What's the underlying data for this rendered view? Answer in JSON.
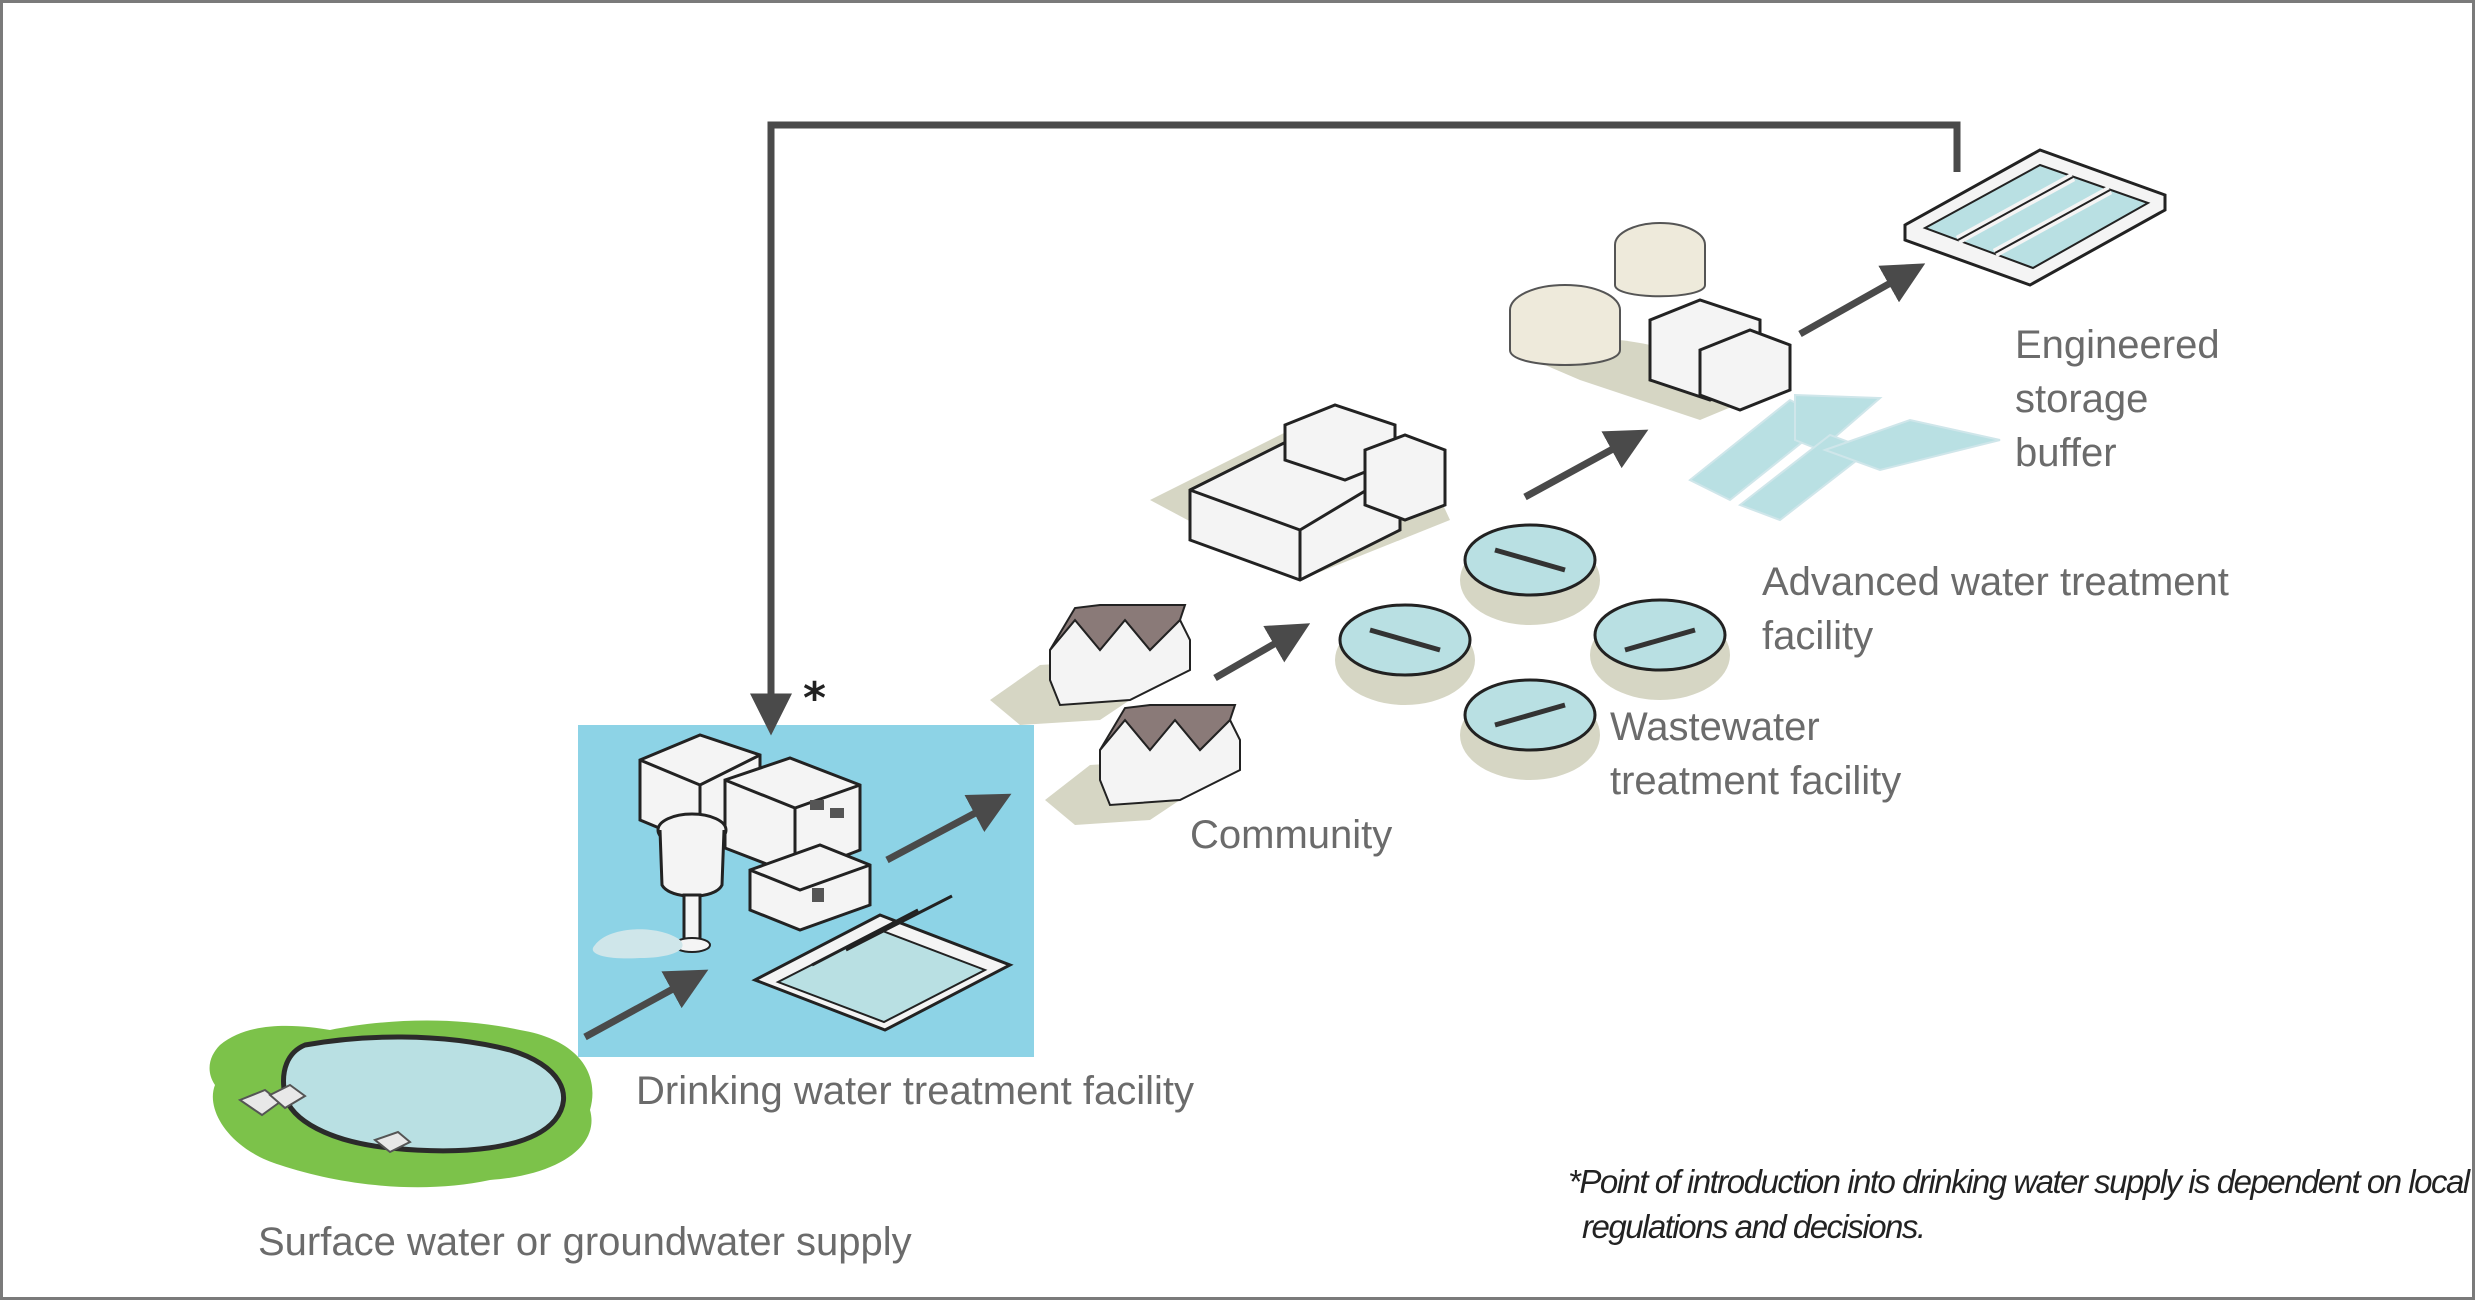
{
  "labels": {
    "supply": "Surface water or groundwater supply",
    "drinking": "Drinking water treatment facility",
    "community": "Community",
    "wastewater_line1": "Wastewater",
    "wastewater_line2": "treatment facility",
    "advanced_line1": "Advanced water treatment",
    "advanced_line2": "facility",
    "storage_line1": "Engineered",
    "storage_line2": "storage",
    "storage_line3": "buffer"
  },
  "asterisk": "*",
  "footnote": {
    "line1": "*Point of introduction into drinking water supply is dependent on local",
    "line2": "regulations and decisions."
  },
  "colors": {
    "highlight_box": "#8dd3e6",
    "arrow": "#4a4a4a",
    "water": "#b9e0e3",
    "grass": "#7cc24a",
    "label_text": "#6b6b6b"
  }
}
